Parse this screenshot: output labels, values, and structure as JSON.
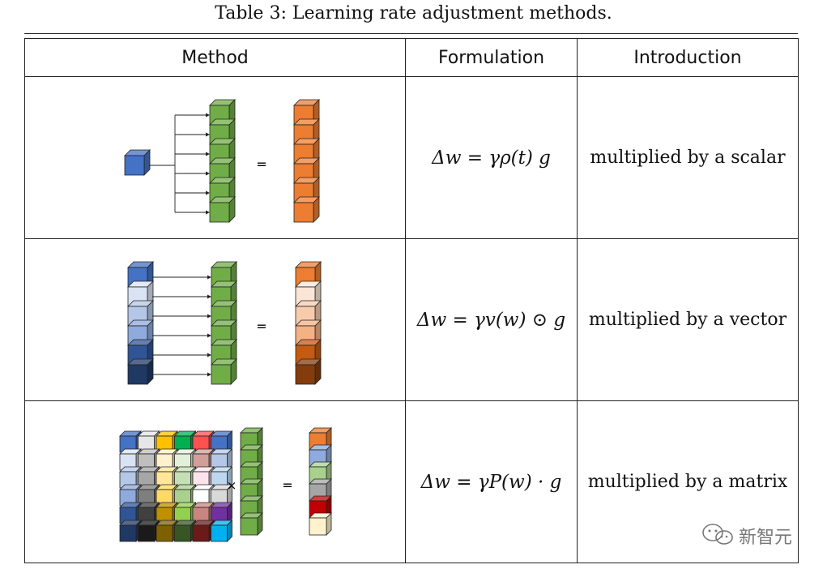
{
  "caption": "Table 3: Learning rate adjustment methods.",
  "headers": {
    "method": "Method",
    "formulation": "Formulation",
    "introduction": "Introduction"
  },
  "rows": [
    {
      "formula": "Δw = γρ(t) g",
      "intro": "multiplied by a scalar",
      "operator": "="
    },
    {
      "formula": "Δw = γv(w) ⊙ g",
      "intro": "multiplied by a vector",
      "operator": "="
    },
    {
      "formula": "Δw = γP(w) · g",
      "intro": "multiplied by a matrix",
      "operator_times": "×",
      "operator": "="
    }
  ],
  "colors": {
    "scalar": "#4472c4",
    "green": "#70ad47",
    "orange": "#ed7d31",
    "vector_blues": [
      "#4472c4",
      "#dae3f3",
      "#b4c7e7",
      "#8faadc",
      "#2f5597",
      "#203864"
    ],
    "vector_oranges": [
      "#ed7d31",
      "#fbe5d6",
      "#f8cbad",
      "#f4b183",
      "#c55a11",
      "#843c0c"
    ],
    "matrix": [
      [
        "#4472c4",
        "#e7e6e6",
        "#ffc000",
        "#00b050",
        "#ff5050",
        "#4472c4"
      ],
      [
        "#dae3f3",
        "#bfbfbf",
        "#fff2cc",
        "#e2f0d9",
        "#d09f9a",
        "#b4c7e7"
      ],
      [
        "#b4c7e7",
        "#a6a6a6",
        "#ffe699",
        "#c5e0b4",
        "#fce4ec",
        "#bdd7ee"
      ],
      [
        "#8faadc",
        "#7f7f7f",
        "#ffd966",
        "#a9d18e",
        "#ffffff",
        "#d9d9d9"
      ],
      [
        "#2f5597",
        "#404040",
        "#bf9000",
        "#92d050",
        "#c9857f",
        "#7030a0"
      ],
      [
        "#203864",
        "#1a1a1a",
        "#7f6000",
        "#375623",
        "#6b1a1a",
        "#00b0f0"
      ]
    ],
    "result_matrix": [
      "#ed7d31",
      "#8faadc",
      "#a9d18e",
      "#a6a6a6",
      "#c00000",
      "#fff2cc"
    ]
  },
  "watermark": {
    "icon": "wechat-icon",
    "text": "新智元"
  }
}
